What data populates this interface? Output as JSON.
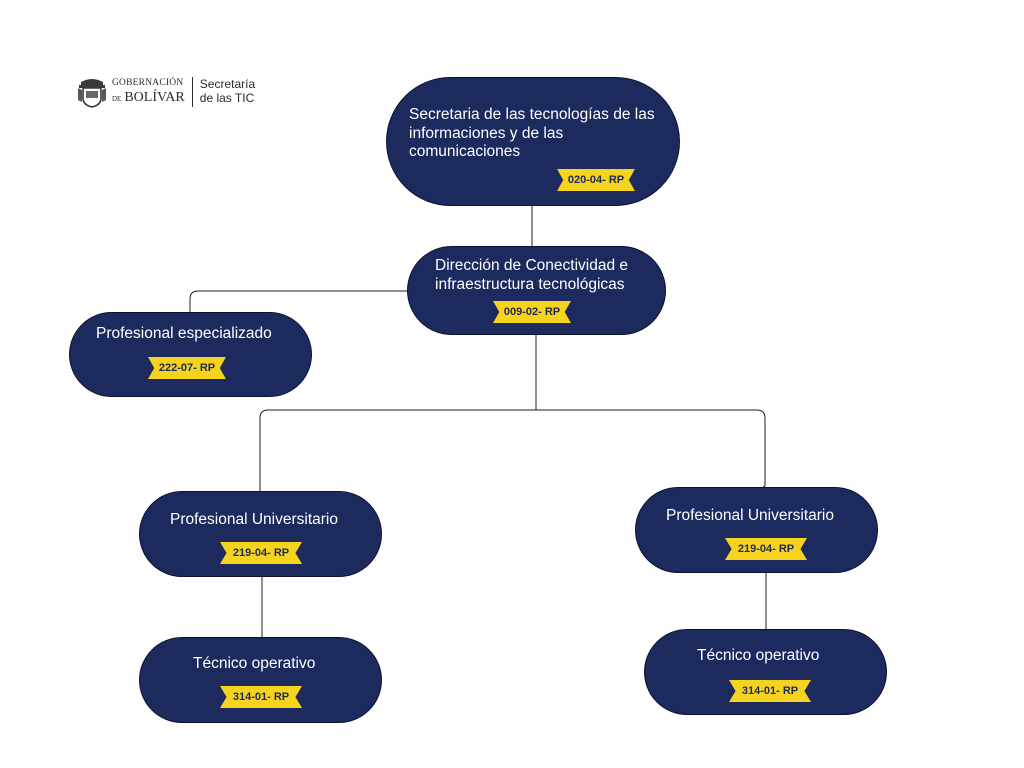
{
  "header": {
    "logo": {
      "line1": "GOBERNACIÓN",
      "line2_prefix": "DE",
      "line2": "BOLÍVAR",
      "dept_line1": "Secretaría",
      "dept_line2": "de las TIC"
    }
  },
  "org_chart": {
    "secretaria": {
      "title": "Secretaria de las tecnologías de las informaciones y de las comunicaciones",
      "code": "020-04- RP"
    },
    "direccion": {
      "title": "Dirección de Conectividad e infraestructura tecnológicas",
      "code": "009-02- RP"
    },
    "profesional_especializado": {
      "title": "Profesional especializado",
      "code": "222-07- RP"
    },
    "profesional_universitario_left": {
      "title": "Profesional Universitario",
      "code": "219-04- RP"
    },
    "profesional_universitario_right": {
      "title": "Profesional Universitario",
      "code": "219-04- RP"
    },
    "tecnico_left": {
      "title": "Técnico operativo",
      "code": "314-01- RP"
    },
    "tecnico_right": {
      "title": "Técnico operativo",
      "code": "314-01- RP"
    }
  },
  "colors": {
    "node_fill": "#1c2a5e",
    "tag_fill": "#f6d31e",
    "text": "#ffffff"
  }
}
